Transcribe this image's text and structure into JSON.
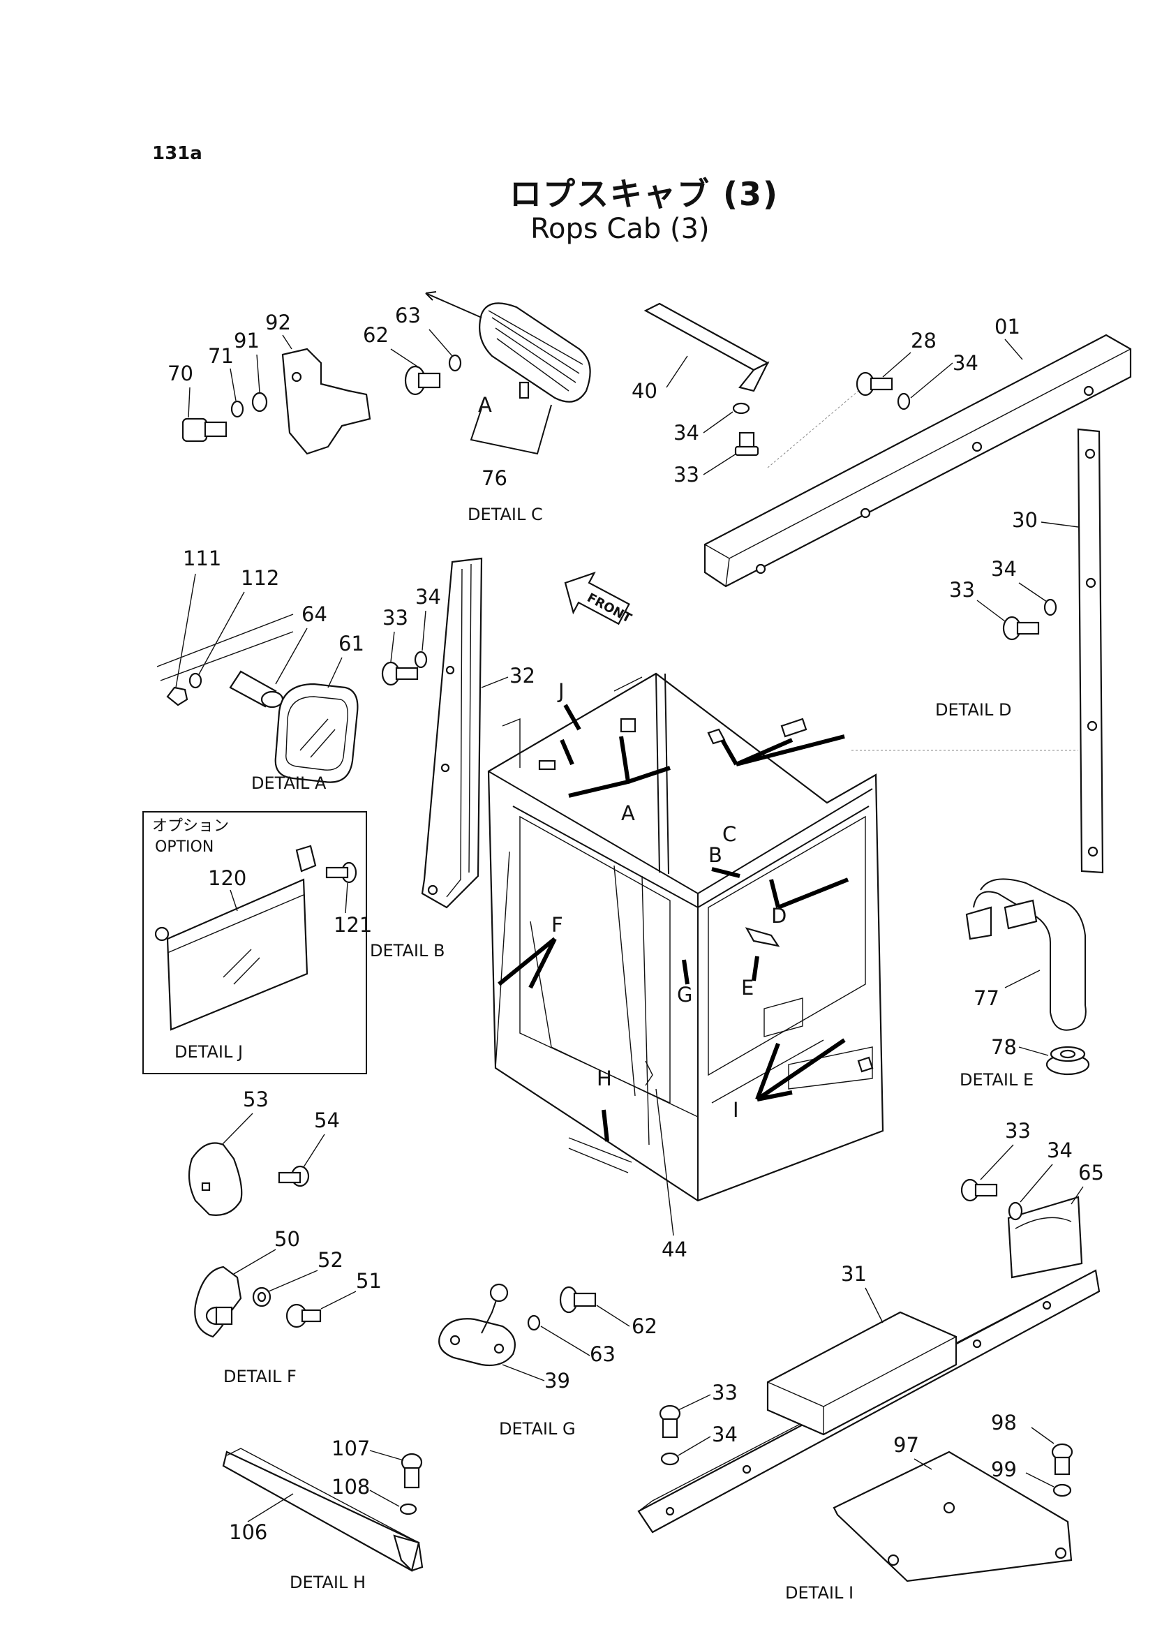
{
  "header": {
    "page_code": "131a",
    "title_jp": "ロプスキャブ (3)",
    "title_en": "Rops Cab (3)"
  },
  "detail_labels": {
    "c": "DETAIL C",
    "d": "DETAIL D",
    "a": "DETAIL A",
    "b": "DETAIL B",
    "j": "DETAIL J",
    "e": "DETAIL E",
    "f": "DETAIL F",
    "g": "DETAIL G",
    "h": "DETAIL H",
    "i": "DETAIL I"
  },
  "option": {
    "jp": "オプション",
    "en": "OPTION"
  },
  "front_label": "FRONT",
  "callouts": {
    "p70": "70",
    "p71": "71",
    "p91": "91",
    "p92": "92",
    "p62a": "62",
    "p63a": "63",
    "p76": "76",
    "pA_c": "A",
    "p40": "40",
    "p34a": "34",
    "p33a": "33",
    "p28": "28",
    "p34b": "34",
    "p01": "01",
    "p30": "30",
    "p34c": "34",
    "p33b": "33",
    "p111": "111",
    "p112": "112",
    "p64": "64",
    "p61": "61",
    "p33c": "33",
    "p34d": "34",
    "p32": "32",
    "p120": "120",
    "p121": "121",
    "p77": "77",
    "p78": "78",
    "p53": "53",
    "p54": "54",
    "p33d": "33",
    "p34e": "34",
    "p65": "65",
    "p44": "44",
    "p50": "50",
    "p52": "52",
    "p51": "51",
    "p62b": "62",
    "p63b": "63",
    "p39": "39",
    "p31": "31",
    "p33e": "33",
    "p34f": "34",
    "p98": "98",
    "p97": "97",
    "p99": "99",
    "p107": "107",
    "p108": "108",
    "p106": "106"
  },
  "cab_arrows": {
    "a": "A",
    "b": "B",
    "c": "C",
    "d": "D",
    "e": "E",
    "f": "F",
    "g": "G",
    "h": "H",
    "i": "I",
    "j": "J"
  }
}
